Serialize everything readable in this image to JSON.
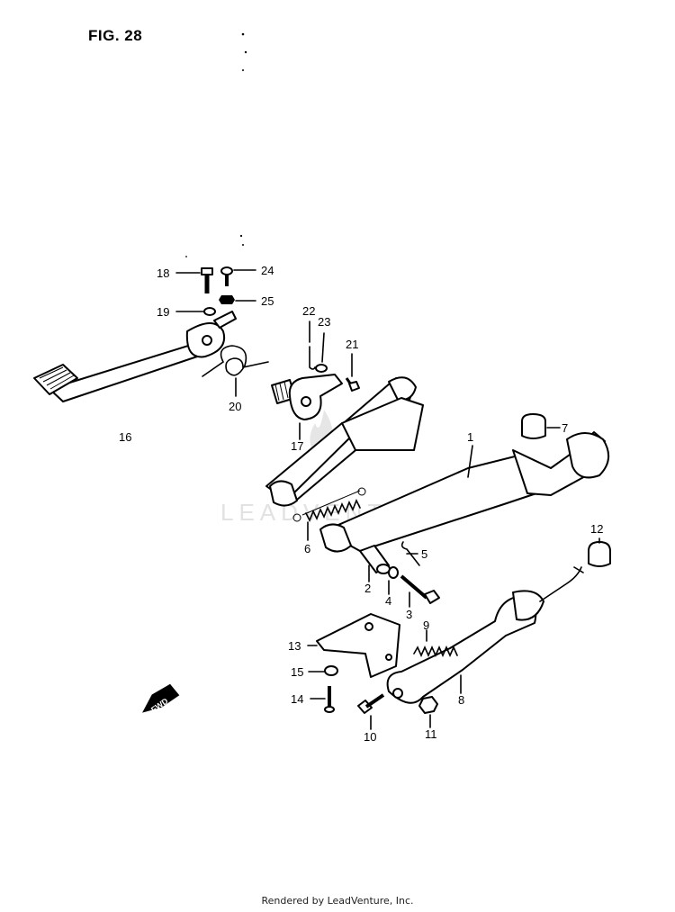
{
  "figure": {
    "title": "FIG. 28"
  },
  "watermark": {
    "text": "LEADVENTURE"
  },
  "direction_marker": {
    "label": "FWD"
  },
  "callouts": [
    {
      "id": "c1",
      "number": "1"
    },
    {
      "id": "c2",
      "number": "2"
    },
    {
      "id": "c3",
      "number": "3"
    },
    {
      "id": "c4",
      "number": "4"
    },
    {
      "id": "c5",
      "number": "5"
    },
    {
      "id": "c6",
      "number": "6"
    },
    {
      "id": "c7",
      "number": "7"
    },
    {
      "id": "c8",
      "number": "8"
    },
    {
      "id": "c9",
      "number": "9"
    },
    {
      "id": "c10",
      "number": "10"
    },
    {
      "id": "c11",
      "number": "11"
    },
    {
      "id": "c12",
      "number": "12"
    },
    {
      "id": "c13",
      "number": "13"
    },
    {
      "id": "c14",
      "number": "14"
    },
    {
      "id": "c15",
      "number": "15"
    },
    {
      "id": "c16",
      "number": "16"
    },
    {
      "id": "c17",
      "number": "17"
    },
    {
      "id": "c18",
      "number": "18"
    },
    {
      "id": "c19",
      "number": "19"
    },
    {
      "id": "c20",
      "number": "20"
    },
    {
      "id": "c21",
      "number": "21"
    },
    {
      "id": "c22",
      "number": "22"
    },
    {
      "id": "c23",
      "number": "23"
    },
    {
      "id": "c24",
      "number": "24"
    },
    {
      "id": "c25",
      "number": "25"
    }
  ],
  "footer": {
    "text": "Rendered by LeadVenture, Inc."
  }
}
